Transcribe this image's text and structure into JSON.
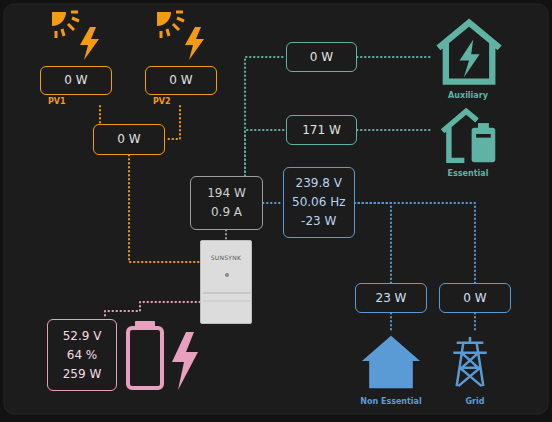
{
  "diagram": {
    "nodes": [
      {
        "text": [
          "0 W",
          "PV1"
        ]
      },
      {
        "text": [
          "0 W",
          "PV2"
        ]
      },
      {
        "text": [
          "0 W"
        ]
      },
      {
        "text": [
          "Auxiliary"
        ]
      },
      {
        "text": [
          "171 W"
        ]
      },
      {
        "text": [
          "Essential"
        ]
      },
      {
        "text": [
          "0 W"
        ]
      },
      {
        "text": [
          "194 W",
          "0.9 A"
        ]
      },
      {
        "text": [
          "239.8 V",
          "50.06 Hz",
          "-23 W"
        ]
      },
      {
        "text": [
          "SUNSYNK"
        ]
      },
      {
        "text": [
          "23 W"
        ]
      },
      {
        "text": [
          "0 W"
        ]
      },
      {
        "text": [
          "52.9 V",
          "64 %",
          "259 W"
        ]
      },
      {
        "text": [
          "Non Essential"
        ]
      },
      {
        "text": [
          "Grid"
        ]
      }
    ],
    "edges": [
      {
        "from": 0,
        "to": 6,
        "arrow": "none"
      },
      {
        "from": 1,
        "to": 6,
        "arrow": "none"
      },
      {
        "from": 6,
        "to": 9,
        "arrow": "none"
      },
      {
        "from": 7,
        "to": 9,
        "arrow": "none"
      },
      {
        "from": 7,
        "to": 2,
        "arrow": "none"
      },
      {
        "from": 7,
        "to": 4,
        "arrow": "none"
      },
      {
        "from": 2,
        "to": 3,
        "arrow": "none"
      },
      {
        "from": 4,
        "to": 5,
        "arrow": "none"
      },
      {
        "from": 7,
        "to": 8,
        "arrow": "none"
      },
      {
        "from": 8,
        "to": 10,
        "arrow": "none"
      },
      {
        "from": 8,
        "to": 11,
        "arrow": "none"
      },
      {
        "from": 10,
        "to": 13,
        "arrow": "none"
      },
      {
        "from": 11,
        "to": 14,
        "arrow": "none"
      },
      {
        "from": 9,
        "to": 12,
        "arrow": "none"
      }
    ]
  }
}
